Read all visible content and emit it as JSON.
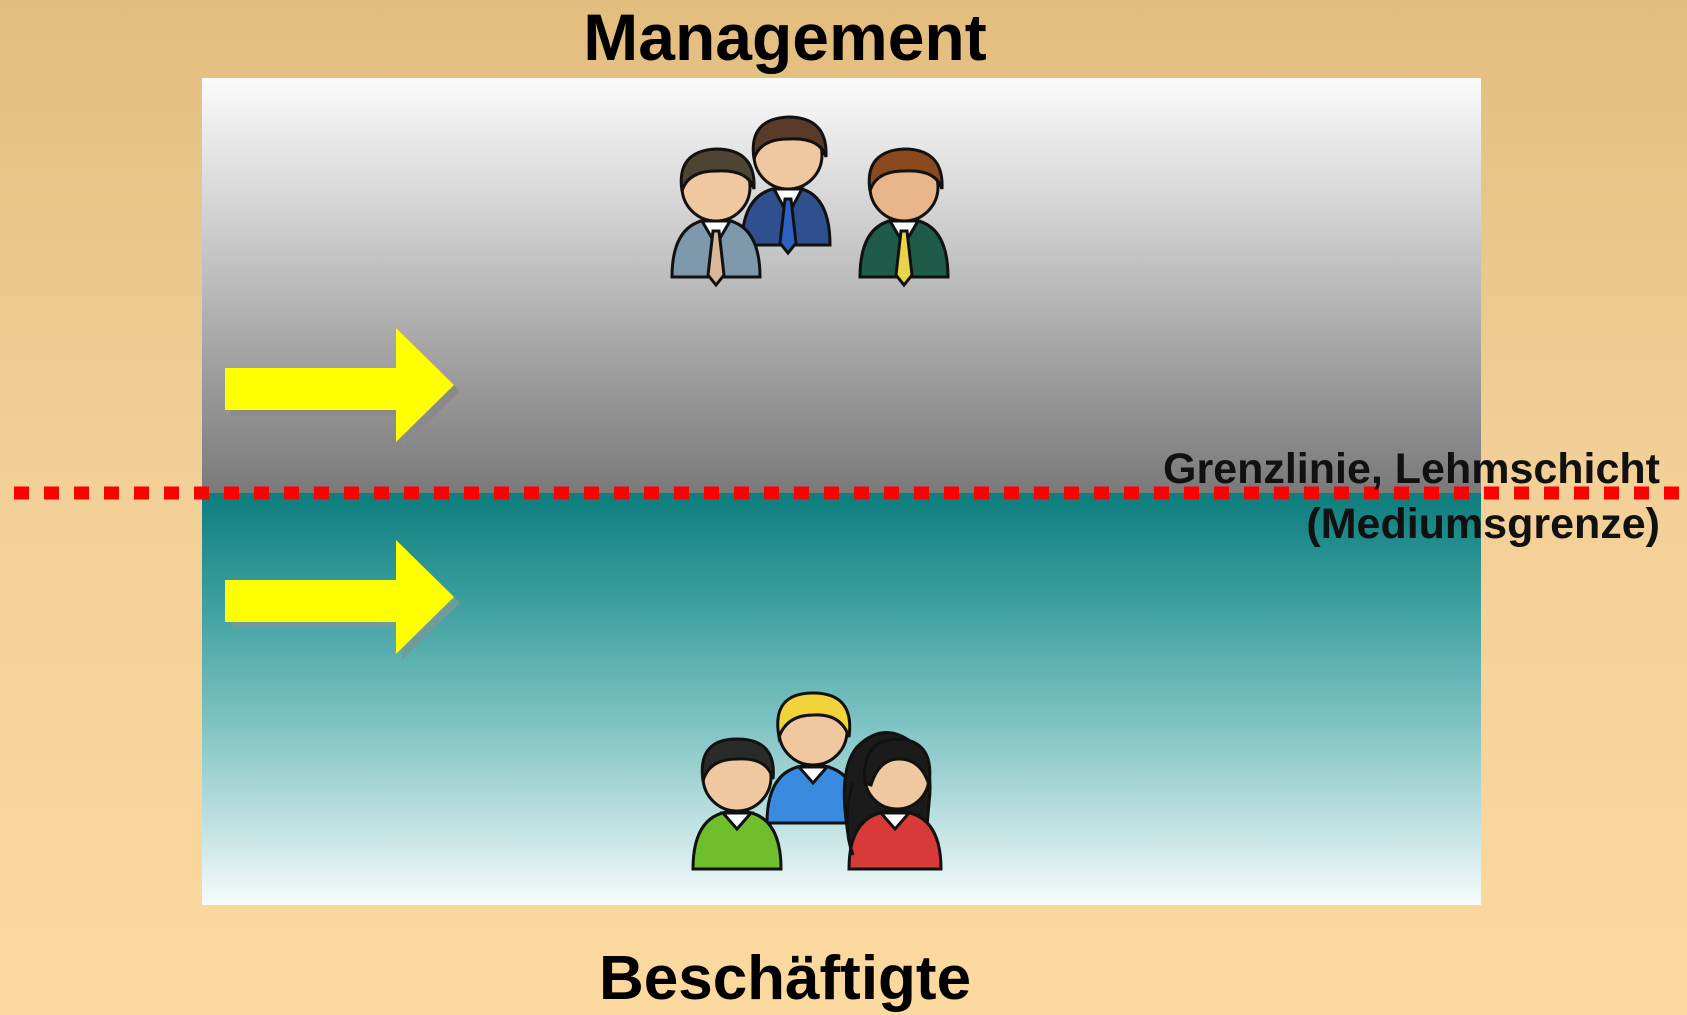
{
  "title_top": "Management",
  "title_bottom": "Beschäftigte",
  "boundary": {
    "label_line1": "Grenzlinie, Lehmschicht",
    "label_line2": "(Mediumsgrenze)",
    "color": "#ff0000"
  },
  "arrow_color": "#ffff00",
  "groups": {
    "management": {
      "icon": "manager-group-icon",
      "count": 3
    },
    "employees": {
      "icon": "employee-group-icon",
      "count": 3
    }
  }
}
